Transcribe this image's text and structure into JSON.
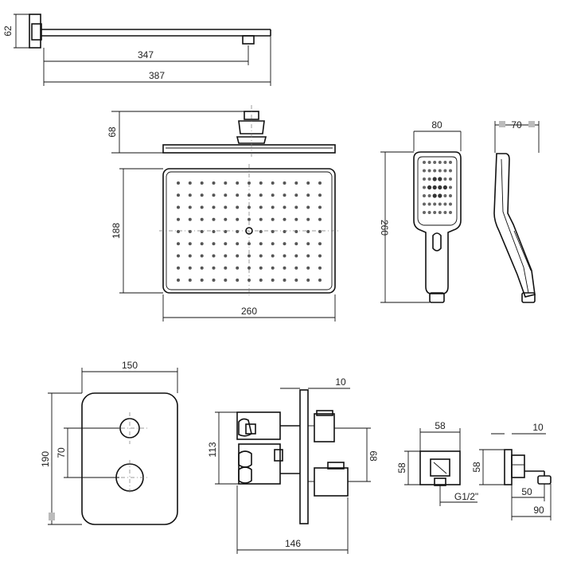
{
  "arm": {
    "height": "62",
    "length": "347",
    "total_length": "387"
  },
  "head": {
    "neck_height": "68",
    "depth": "188",
    "width": "260"
  },
  "handshower": {
    "width": "80",
    "length": "260",
    "side_width": "70"
  },
  "faceplate": {
    "width": "150",
    "height": "190",
    "knob_spacing": "70"
  },
  "valve": {
    "cover_thickness": "10",
    "body_height": "113",
    "outlet_height": "68",
    "depth": "146"
  },
  "outlet": {
    "width": "58",
    "height": "58",
    "thread": "G1/2\"",
    "side_height": "58",
    "side_thickness": "10",
    "side_offset": "50",
    "side_depth": "90"
  },
  "colors": {
    "line": "#111111",
    "dims": "#222222",
    "background": "#ffffff"
  }
}
